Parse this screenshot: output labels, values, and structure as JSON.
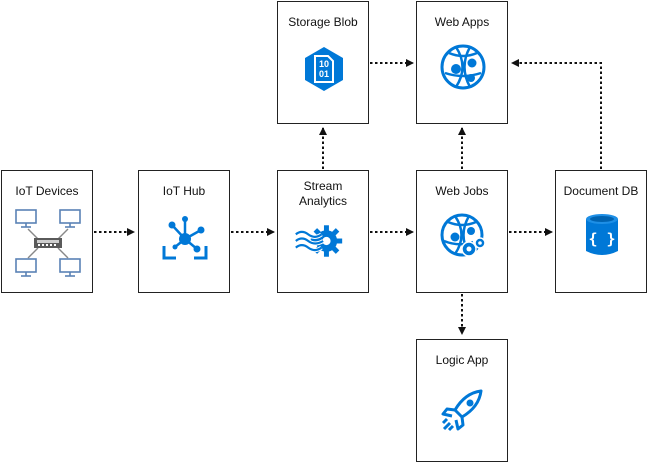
{
  "nodes": {
    "iot_devices": {
      "label": "IoT Devices",
      "icon": "iot-devices-icon"
    },
    "iot_hub": {
      "label": "IoT Hub",
      "icon": "iot-hub-icon"
    },
    "stream_analytics": {
      "label": "Stream Analytics",
      "icon": "stream-analytics-icon"
    },
    "storage_blob": {
      "label": "Storage Blob",
      "icon": "storage-blob-icon"
    },
    "web_apps": {
      "label": "Web Apps",
      "icon": "web-apps-icon"
    },
    "web_jobs": {
      "label": "Web Jobs",
      "icon": "web-jobs-icon"
    },
    "document_db": {
      "label": "Document DB",
      "icon": "document-db-icon"
    },
    "logic_app": {
      "label": "Logic App",
      "icon": "logic-app-icon"
    }
  },
  "storage_blob_icon_text": [
    "10",
    "01"
  ],
  "edges": [
    {
      "from": "iot_devices",
      "to": "iot_hub",
      "style": "dotted"
    },
    {
      "from": "iot_hub",
      "to": "stream_analytics",
      "style": "dotted"
    },
    {
      "from": "stream_analytics",
      "to": "storage_blob",
      "style": "dotted"
    },
    {
      "from": "stream_analytics",
      "to": "web_jobs",
      "style": "dotted"
    },
    {
      "from": "storage_blob",
      "to": "web_apps",
      "style": "dotted"
    },
    {
      "from": "web_jobs",
      "to": "web_apps",
      "style": "dotted"
    },
    {
      "from": "web_jobs",
      "to": "document_db",
      "style": "dotted"
    },
    {
      "from": "web_jobs",
      "to": "logic_app",
      "style": "dotted"
    },
    {
      "from": "document_db",
      "to": "web_apps",
      "style": "dotted"
    }
  ],
  "colors": {
    "accent": "#0078D7",
    "border": "#222222",
    "arrow": "#111111"
  }
}
